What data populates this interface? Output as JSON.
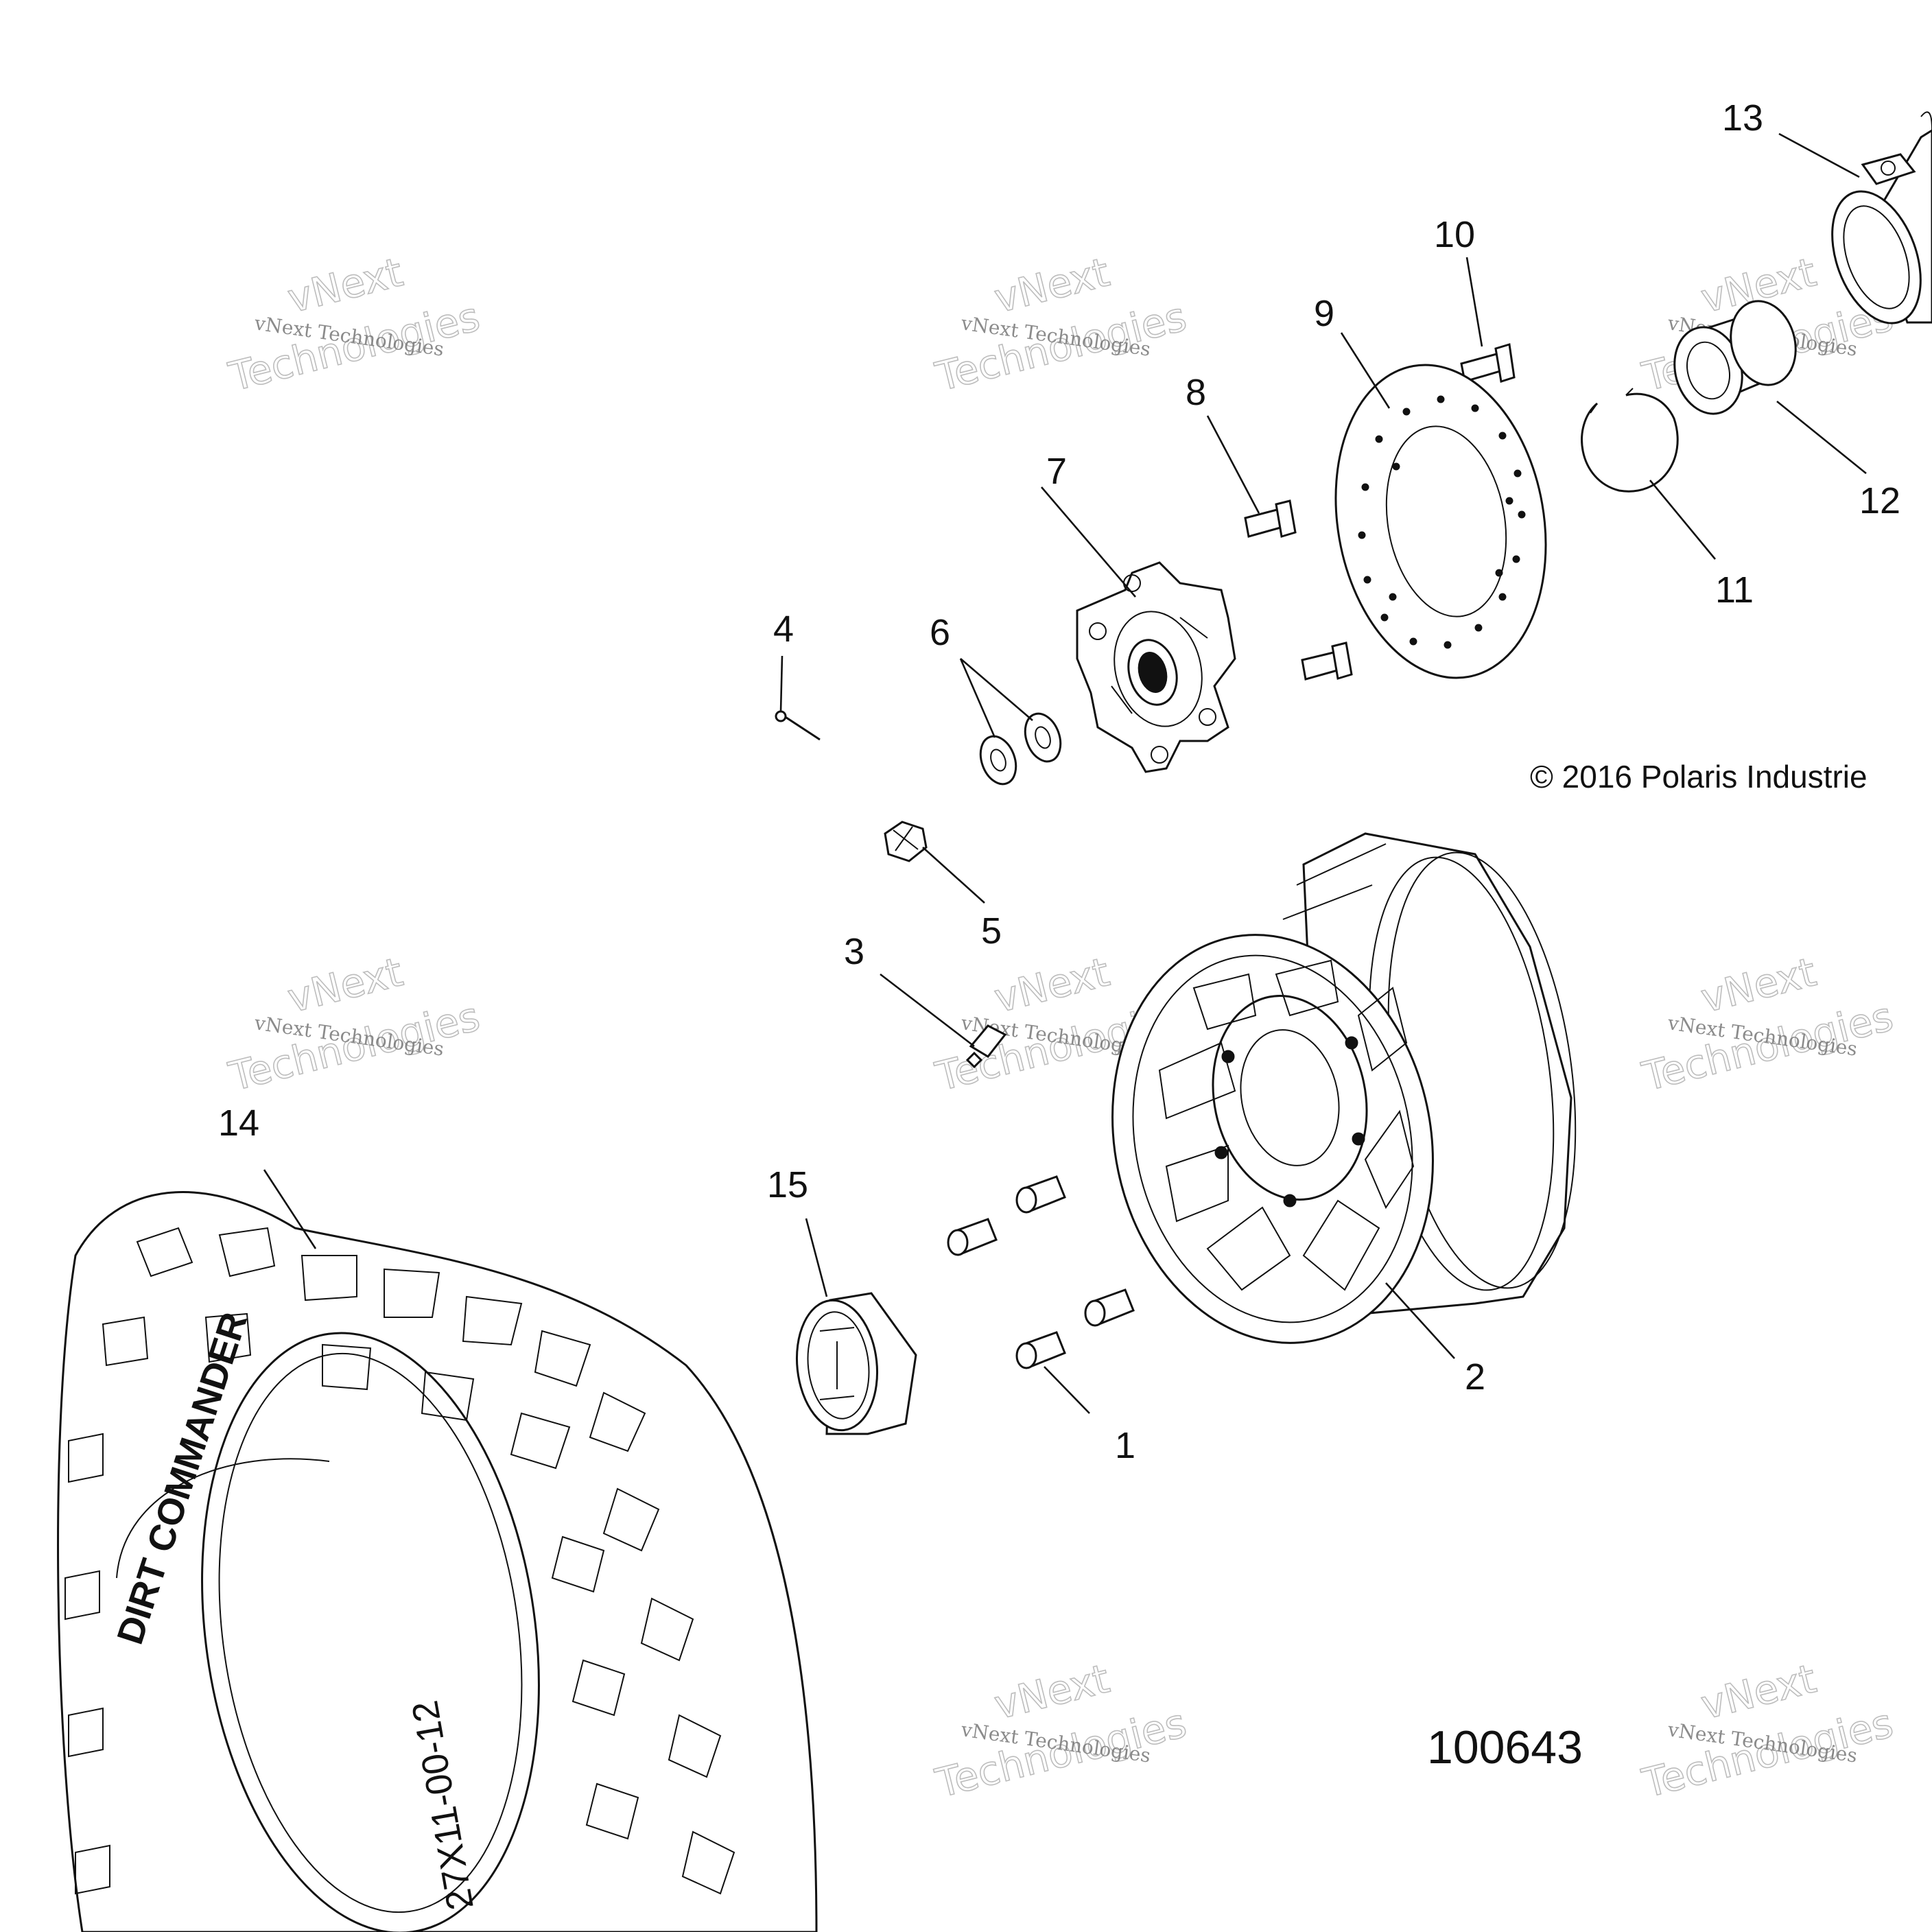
{
  "figure_id": "100643",
  "copyright": "© 2016 Polaris Industrie",
  "watermark": {
    "line1": "vNext Technologies",
    "line2": "vNext",
    "line3": "Technologies"
  },
  "tire": {
    "brand_text": "DIRT COMMANDER",
    "size_text": "27X11-00-12"
  },
  "callouts": {
    "c1": "1",
    "c2": "2",
    "c3": "3",
    "c4": "4",
    "c5": "5",
    "c6": "6",
    "c7": "7",
    "c8": "8",
    "c9": "9",
    "c10": "10",
    "c11": "11",
    "c12": "12",
    "c13": "13",
    "c14": "14",
    "c15": "15"
  }
}
